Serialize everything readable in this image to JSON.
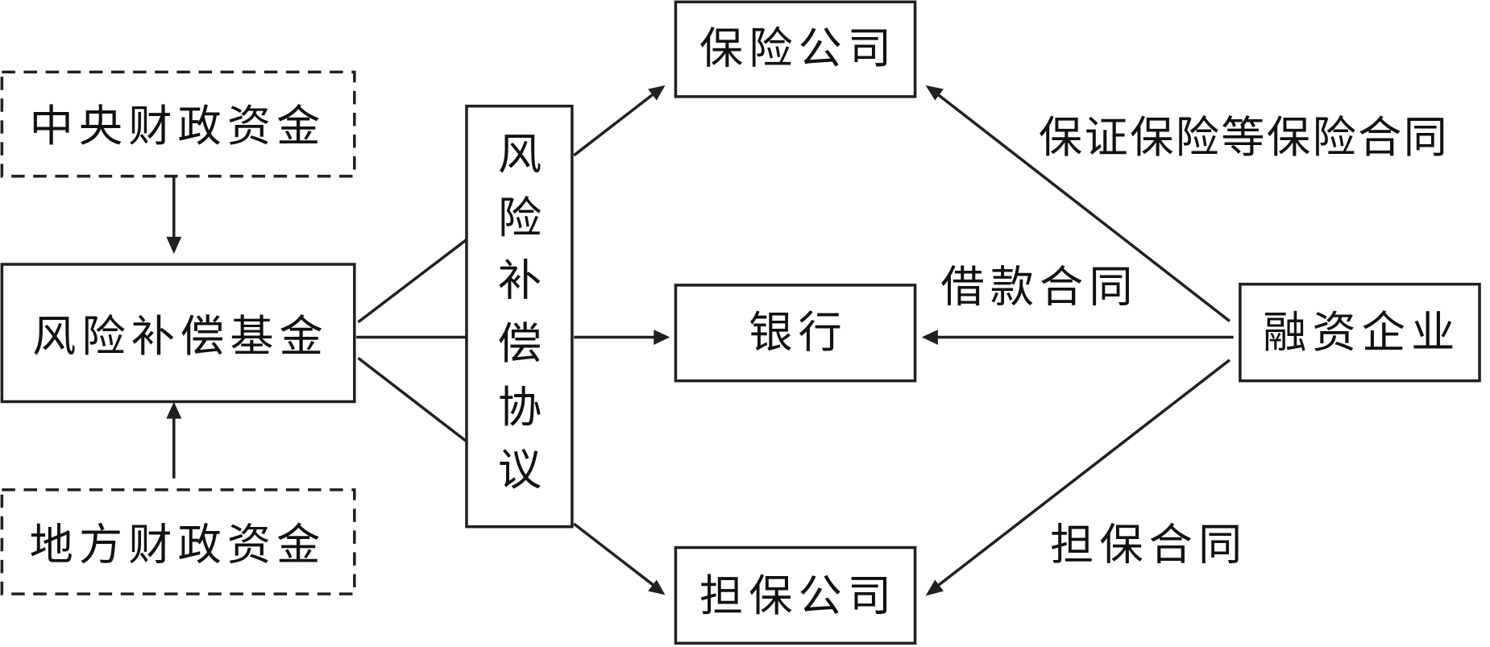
{
  "diagram": {
    "nodes": {
      "central_fiscal": "中央财政资金",
      "local_fiscal": "地方财政资金",
      "risk_fund": "风险补偿基金",
      "risk_agreement": [
        "风",
        "险",
        "补",
        "偿",
        "协",
        "议"
      ],
      "insurance_company": "保险公司",
      "bank": "银行",
      "guarantee_company": "担保公司",
      "financing_enterprise": "融资企业"
    },
    "edge_labels": {
      "insurance_contract": "保证保险等保险合同",
      "loan_contract": "借款合同",
      "guarantee_contract": "担保合同"
    },
    "colors": {
      "stroke": "#231f20",
      "text": "#111111",
      "background": "#ffffff"
    }
  }
}
